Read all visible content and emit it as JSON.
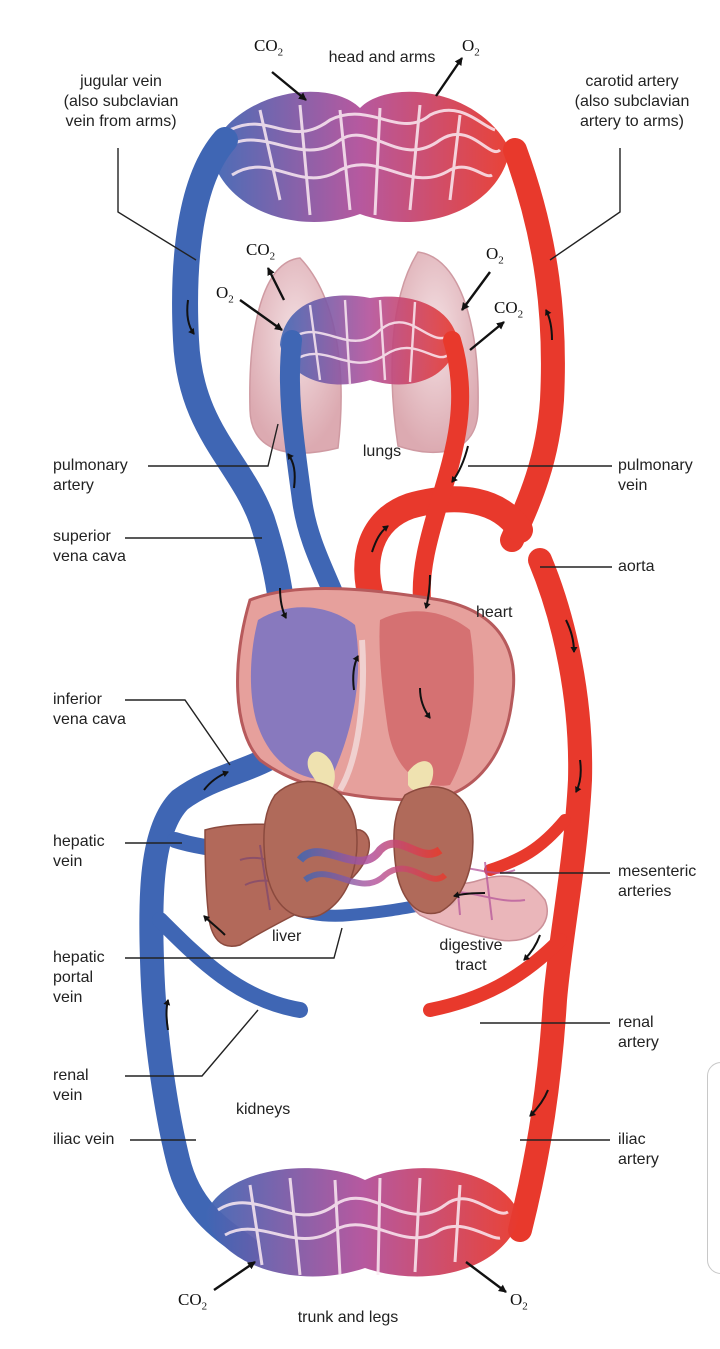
{
  "labels": {
    "head_and_arms": "head and arms",
    "jugular_vein": "jugular vein\n(also subclavian\nvein from arms)",
    "carotid_artery": "carotid artery\n(also subclavian\nartery to arms)",
    "lungs": "lungs",
    "pulmonary_artery": "pulmonary\nartery",
    "pulmonary_vein": "pulmonary\nvein",
    "superior_vena_cava": "superior\nvena cava",
    "aorta": "aorta",
    "heart": "heart",
    "inferior_vena_cava": "inferior\nvena cava",
    "hepatic_vein": "hepatic\nvein",
    "mesenteric_arteries": "mesenteric\narteries",
    "liver": "liver",
    "digestive_tract": "digestive\ntract",
    "hepatic_portal_vein": "hepatic\nportal\nvein",
    "renal_artery": "renal\nartery",
    "renal_vein": "renal\nvein",
    "kidneys": "kidneys",
    "iliac_vein": "iliac vein",
    "iliac_artery": "iliac\nartery",
    "trunk_and_legs": "trunk and legs"
  },
  "gases": {
    "co2": "CO",
    "co2_sub": "2",
    "o2": "O",
    "o2_sub": "2"
  },
  "colors": {
    "vein_blue": "#3f66b4",
    "artery_red": "#e8392c",
    "capillary_purple": "#b2509a",
    "lung_pink": "#e7c3c8",
    "heart_pink": "#d9797c",
    "heart_purple": "#7d74c2",
    "liver_brown": "#b2695a",
    "kidney_brown": "#b06a5a",
    "adrenal_cream": "#efe2b0",
    "leader_line": "#222222"
  }
}
